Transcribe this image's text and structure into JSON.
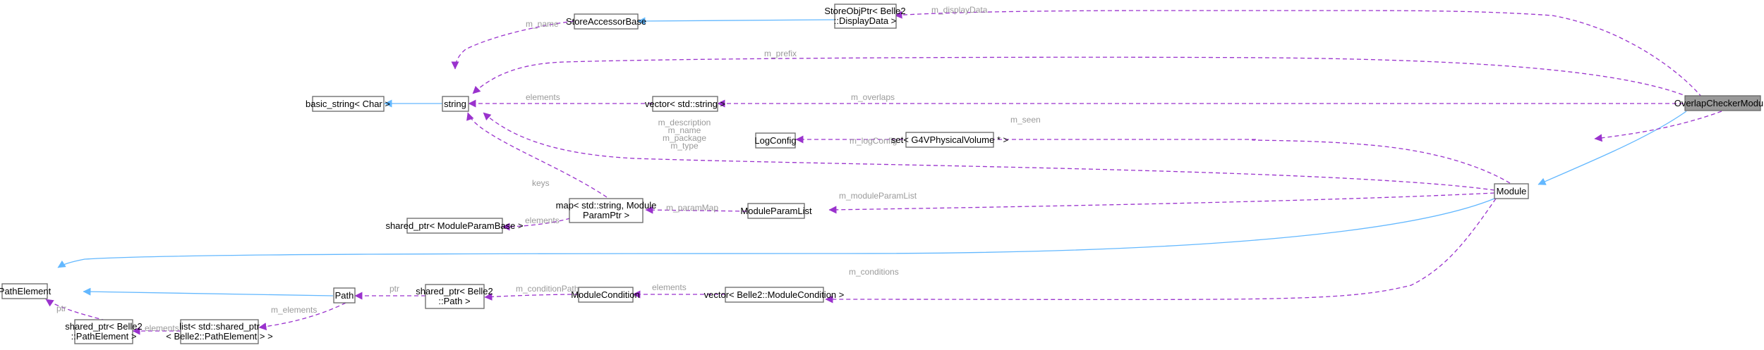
{
  "diagram": {
    "nodes": {
      "overlap": [
        "OverlapCheckerModule"
      ],
      "storeobjptr": [
        "StoreObjPtr< Belle2",
        "::DisplayData >"
      ],
      "storeaccessor": [
        "StoreAccessorBase"
      ],
      "basic_string": [
        "basic_string< Char >"
      ],
      "string": [
        "string"
      ],
      "vector_string": [
        "vector< std::string >"
      ],
      "set_g4": [
        "set< G4VPhysicalVolume * >"
      ],
      "logconfig": [
        "LogConfig"
      ],
      "module": [
        "Module"
      ],
      "map": [
        "map< std::string, Module",
        "ParamPtr >"
      ],
      "shared_ptr_mpb": [
        "shared_ptr< ModuleParamBase >"
      ],
      "moduleparamlist": [
        "ModuleParamList"
      ],
      "pathelement": [
        "PathElement"
      ],
      "path": [
        "Path"
      ],
      "shared_ptr_path": [
        "shared_ptr< Belle2",
        "::Path >"
      ],
      "modulecondition": [
        "ModuleCondition"
      ],
      "vector_mc": [
        "vector< Belle2::ModuleCondition >"
      ],
      "shared_ptr_pe": [
        "shared_ptr< Belle2",
        "::PathElement >"
      ],
      "list_pe": [
        "list< std::shared_ptr",
        "< Belle2::PathElement > >"
      ]
    },
    "edge_labels": {
      "m_displayData": [
        "m_displayData"
      ],
      "m_name_sa": [
        "m_name"
      ],
      "m_prefix": [
        "m_prefix"
      ],
      "elements_vec": [
        "elements"
      ],
      "m_overlaps": [
        "m_overlaps"
      ],
      "m_seen": [
        "m_seen"
      ],
      "module_strings": [
        "m_description",
        "m_name",
        "m_package",
        "m_type"
      ],
      "m_logConfig": [
        "m_logConfig"
      ],
      "keys": [
        "keys"
      ],
      "elements_map": [
        "elements"
      ],
      "m_paramMap": [
        "m_paramMap"
      ],
      "m_moduleParamList": [
        "m_moduleParamList"
      ],
      "m_conditions": [
        "m_conditions"
      ],
      "elements_mc": [
        "elements"
      ],
      "m_conditionPath": [
        "m_conditionPath"
      ],
      "ptr_path": [
        "ptr"
      ],
      "m_elements": [
        "m_elements"
      ],
      "elements_list": [
        "elements"
      ],
      "ptr_pe": [
        "ptr"
      ]
    }
  }
}
